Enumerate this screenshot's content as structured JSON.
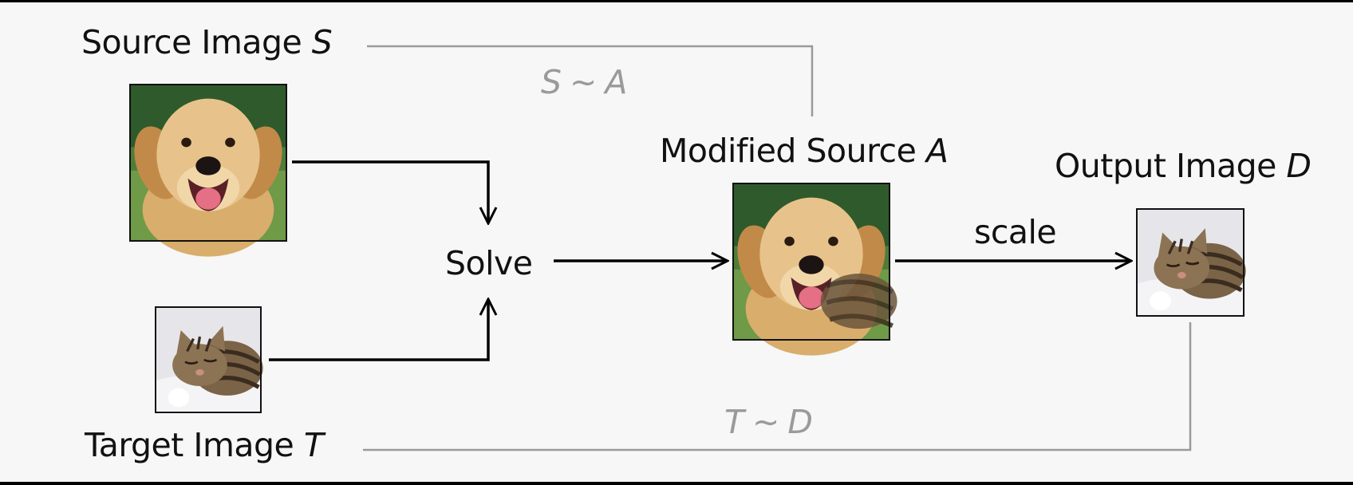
{
  "nodes": {
    "source": {
      "label": "Source Image ",
      "var": "S"
    },
    "target": {
      "label": "Target Image ",
      "var": "T"
    },
    "solve": {
      "label": "Solve"
    },
    "modified": {
      "label": "Modified Source ",
      "var": "A"
    },
    "output": {
      "label": "Output Image ",
      "var": "D"
    }
  },
  "edges": {
    "scale": {
      "label": "scale"
    }
  },
  "relations": {
    "s_a": {
      "left": "S",
      "op": "∼",
      "right": "A"
    },
    "t_d": {
      "left": "T",
      "op": "∼",
      "right": "D"
    }
  },
  "images": {
    "dog": "golden-retriever-photo",
    "cat": "sleeping-tabby-cat-photo",
    "dog_with_cat": "dog-cat-blend-photo",
    "cat_small": "scaled-cat-photo"
  },
  "colors": {
    "background": "#f7f7f7",
    "arrow": "#000000",
    "relation_line": "#9a9a9a",
    "relation_text": "#9a9a9a"
  }
}
